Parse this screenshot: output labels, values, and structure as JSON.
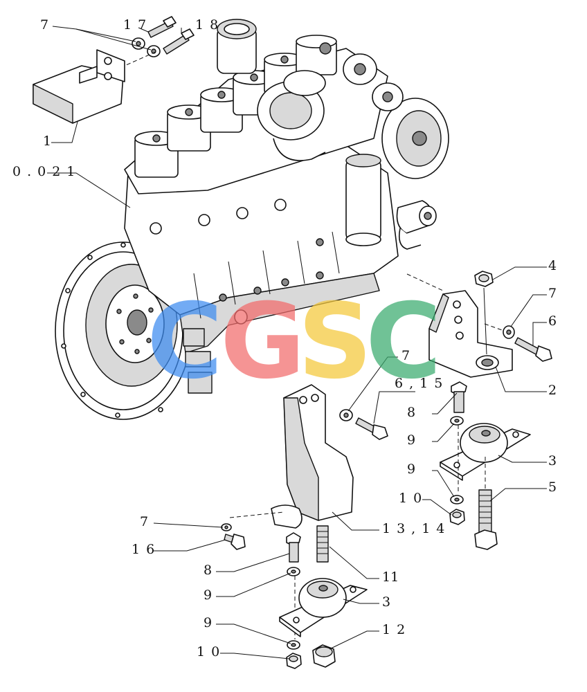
{
  "labels": {
    "l7a": "7",
    "l17": "17",
    "l18": "18",
    "l1": "1",
    "l0021": "0.021",
    "l4": "4",
    "l7b": "7",
    "l6": "6",
    "l2": "2",
    "l7c": "7",
    "l615": "6,15",
    "l8a": "8",
    "l9a": "9",
    "l3a": "3",
    "l9b": "9",
    "l5": "5",
    "l10a": "10",
    "l1314": "13,14",
    "l7d": "7",
    "l16": "16",
    "l8b": "8",
    "l11": "11",
    "l9c": "9",
    "l3b": "3",
    "l9d": "9",
    "l12": "12",
    "l10b": "10"
  },
  "watermark": {
    "letters": [
      "C",
      "G",
      "S",
      "C"
    ],
    "colors": [
      "#3d8cf0",
      "#f26b6b",
      "#f5c83a",
      "#3aab6e"
    ]
  }
}
